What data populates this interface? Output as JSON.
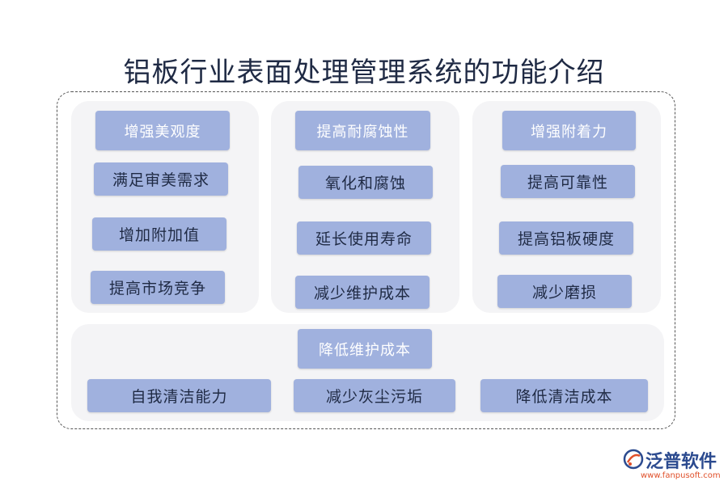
{
  "title": "铝板行业表面处理管理系统的功能介绍",
  "columns": [
    {
      "header": "增强美观度",
      "items": [
        "满足审美需求",
        "增加附加值",
        "提高市场竞争"
      ]
    },
    {
      "header": "提高耐腐蚀性",
      "items": [
        "氧化和腐蚀",
        "延长使用寿命",
        "减少维护成本"
      ]
    },
    {
      "header": "增强附着力",
      "items": [
        "提高可靠性",
        "提高铝板硬度",
        "减少磨损"
      ]
    }
  ],
  "bottom": {
    "header": "降低维护成本",
    "items": [
      "自我清洁能力",
      "减少灰尘污垢",
      "降低清洁成本"
    ]
  },
  "logo": {
    "name": "泛普软件",
    "url": "www.fanpusoft.com",
    "icon": "fanpu-logo-icon"
  },
  "colors": {
    "box": "#a0b1de",
    "panel": "#f4f4f6",
    "title": "#1f2a44"
  }
}
